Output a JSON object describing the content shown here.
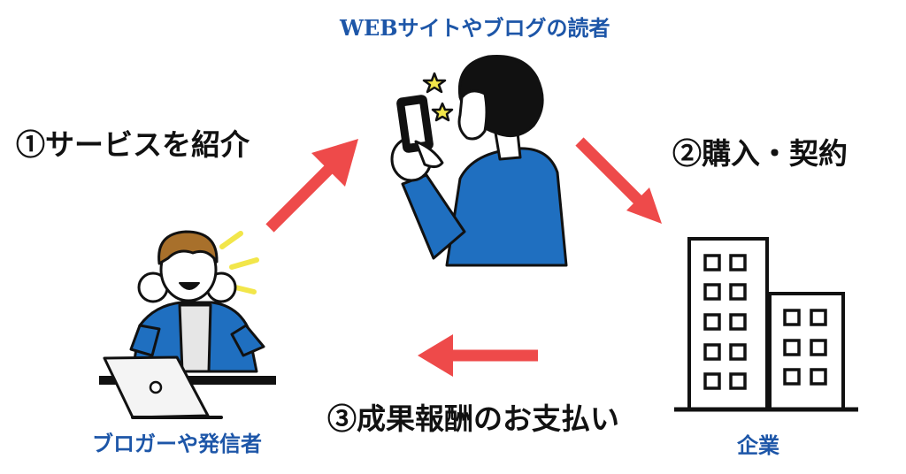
{
  "nodes": {
    "reader": "WEBサイトやブログの読者",
    "blogger": "ブロガーや発信者",
    "company": "企業"
  },
  "steps": {
    "introduce": "①サービスを紹介",
    "purchase": "②購入・契約",
    "reward": "③成果報酬のお支払い"
  },
  "colors": {
    "arrow": "#ee4a4a",
    "node_label": "#1d56a8",
    "step_label": "#111111",
    "shirt": "#1f6fc0",
    "hair": "#a8702b",
    "star": "#f2e64a"
  },
  "icons": [
    "reader-with-smartphone-illustration",
    "excited-blogger-at-laptop-illustration",
    "office-buildings-icon"
  ]
}
